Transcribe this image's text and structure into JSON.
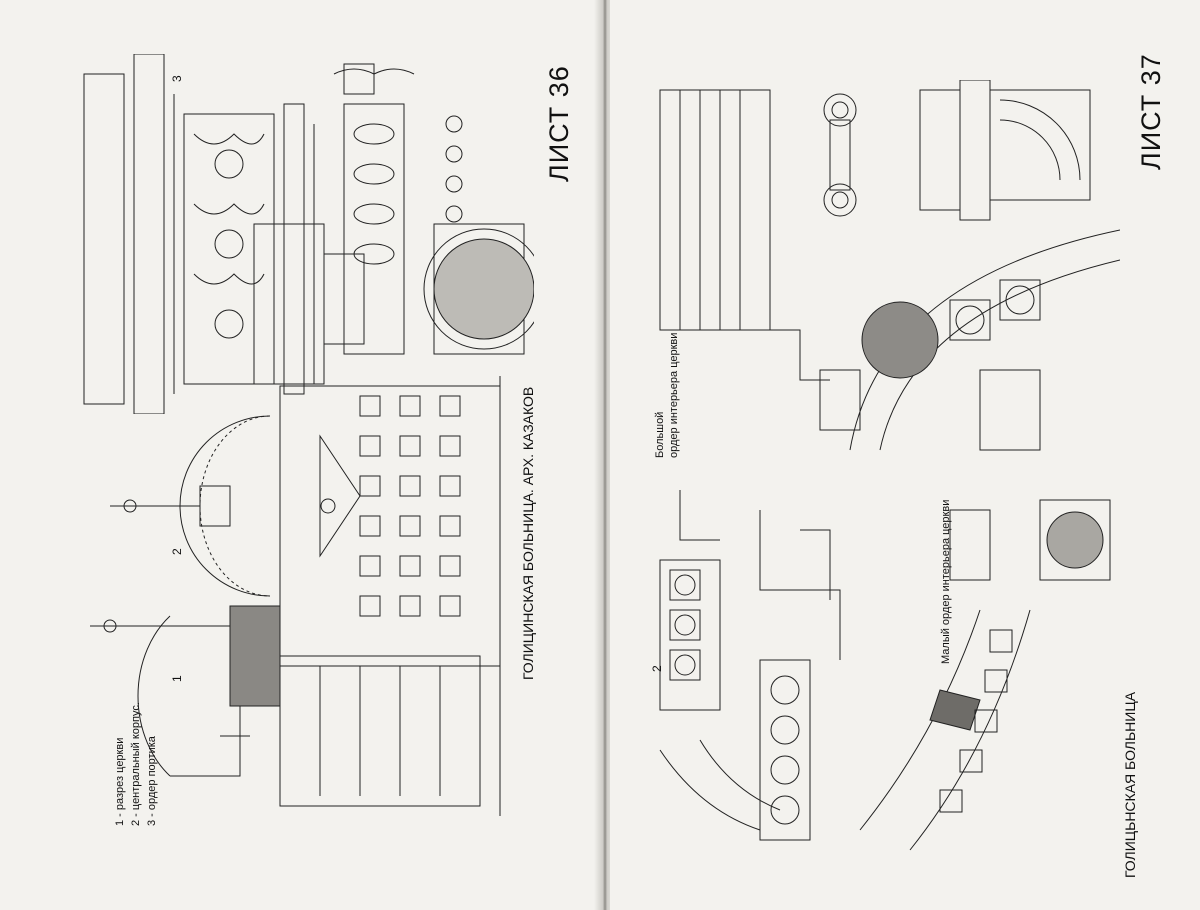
{
  "left_page": {
    "sheet_title": "ЛИСТ 36",
    "caption": "ГОЛИЦИНСКАЯ БОЛЬНИЦА. АРХ.  КАЗАКОВ",
    "legend": [
      "1 - разрез церкви",
      "2 - центральный корпус.",
      "3 - ордер портика"
    ],
    "markers": [
      "1",
      "2",
      "3"
    ]
  },
  "right_page": {
    "sheet_title": "ЛИСТ 37",
    "caption": "ГОЛИЦЬНСКАЯ БОЛЬНИЦА",
    "label_big_order_line1": "Большой",
    "label_big_order_line2": "ордер интерьера церкви",
    "label_small_order": "Малый ордер интерьера церкви",
    "marker": "2"
  },
  "colors": {
    "paper": "#f3f2ee",
    "ink": "#222222",
    "gutter": "#8e8c88"
  }
}
